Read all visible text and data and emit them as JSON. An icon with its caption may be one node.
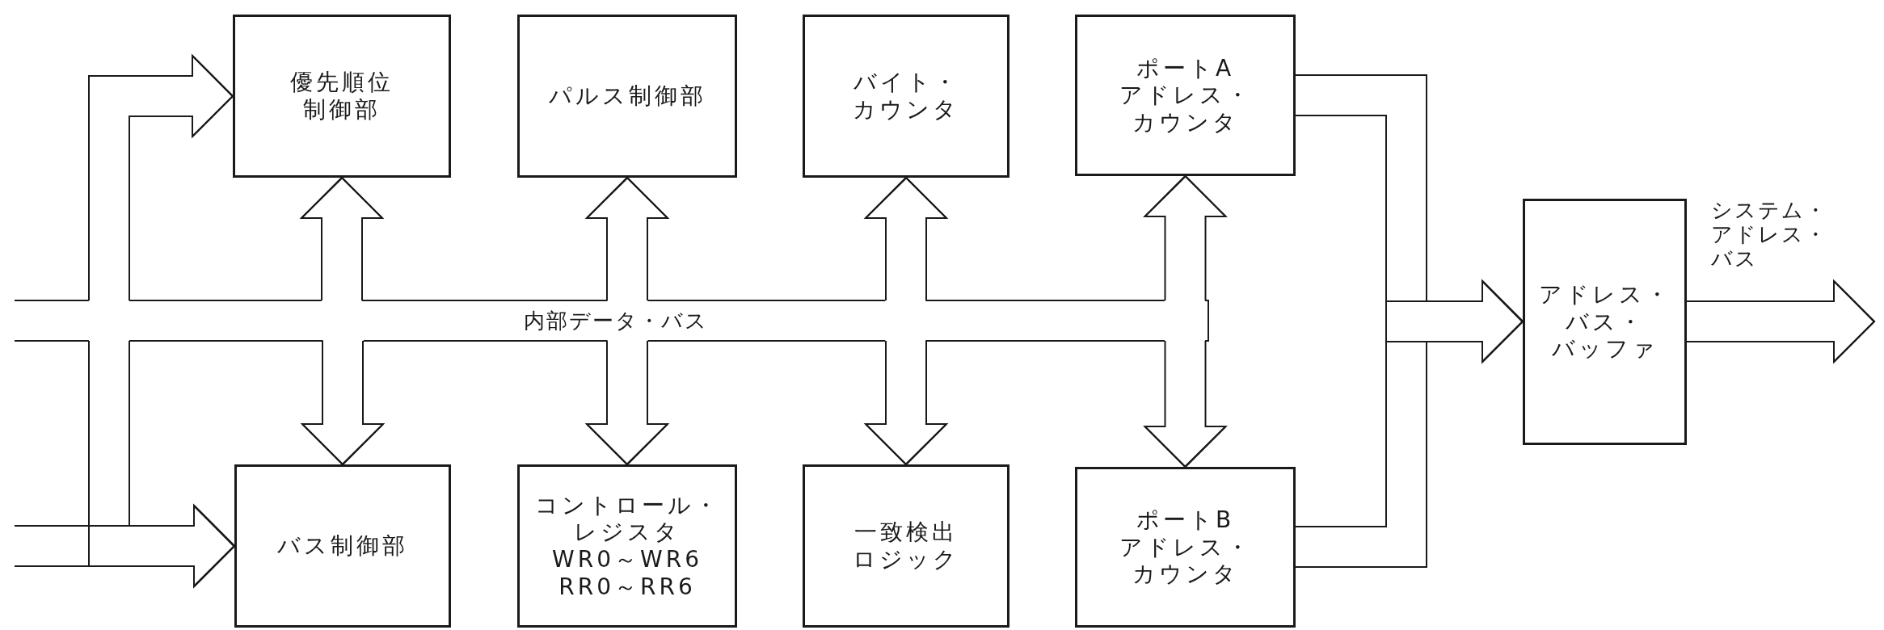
{
  "diagram": {
    "nodes": [
      {
        "text": [
          "優先順位制御部"
        ]
      },
      {
        "text": [
          "パルス制御部"
        ]
      },
      {
        "text": [
          "バイト・カウンタ"
        ]
      },
      {
        "text": [
          "ポートA",
          "アドレス・カウンタ"
        ]
      },
      {
        "text": [
          "バス制御部"
        ]
      },
      {
        "text": [
          "コントロール・レジスタ",
          "WR0～WR6 RR0～RR6"
        ]
      },
      {
        "text": [
          "一致検出ロジック"
        ]
      },
      {
        "text": [
          "ポートB",
          "アドレス・カウンタ"
        ]
      },
      {
        "text": [
          "アドレス・バス・バッファ"
        ]
      },
      {
        "text": [
          "内部データ・バス"
        ]
      }
    ],
    "edges": [
      {
        "from": null,
        "to": 4,
        "arrow": "to"
      },
      {
        "from": 9,
        "to": 0,
        "arrow": "to"
      },
      {
        "from": 9,
        "to": 4,
        "arrow": "to"
      },
      {
        "from": 9,
        "to": 0,
        "arrow": "to"
      },
      {
        "from": 9,
        "to": 4,
        "arrow": "to"
      },
      {
        "from": 9,
        "to": 1,
        "arrow": "to"
      },
      {
        "from": 9,
        "to": 5,
        "arrow": "to"
      },
      {
        "from": 9,
        "to": 2,
        "arrow": "to"
      },
      {
        "from": 9,
        "to": 6,
        "arrow": "to"
      },
      {
        "from": 9,
        "to": 3,
        "arrow": "to"
      },
      {
        "from": 9,
        "to": 7,
        "arrow": "to"
      },
      {
        "from": 3,
        "to": 8,
        "arrow": "to"
      },
      {
        "from": 7,
        "to": 8,
        "arrow": "to"
      },
      {
        "from": 8,
        "to": null,
        "arrow": "to",
        "label": "システム・アドレス・バス"
      }
    ]
  }
}
